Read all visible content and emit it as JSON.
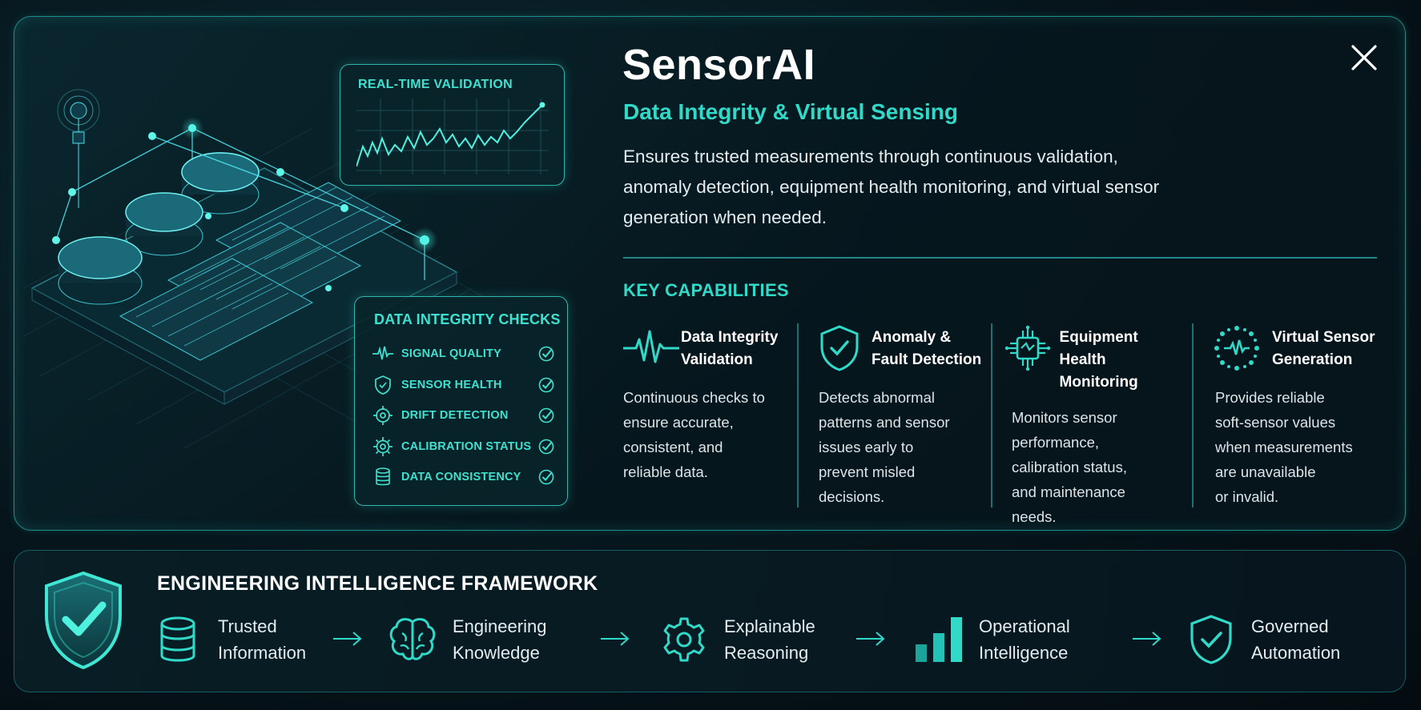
{
  "header": {
    "title": "SensorAI",
    "subtitle": "Data Integrity & Virtual Sensing",
    "description": "Ensures trusted measurements through continuous validation, anomaly detection, equipment health monitoring, and virtual sensor generation when needed."
  },
  "realtime_panel": {
    "title": "REAL-TIME VALIDATION"
  },
  "integrity_panel": {
    "title": "DATA INTEGRITY CHECKS",
    "items": [
      {
        "label": "SIGNAL QUALITY",
        "icon": "pulse-icon"
      },
      {
        "label": "SENSOR HEALTH",
        "icon": "shield-icon"
      },
      {
        "label": "DRIFT DETECTION",
        "icon": "target-icon"
      },
      {
        "label": "CALIBRATION STATUS",
        "icon": "gear-icon"
      },
      {
        "label": "DATA CONSISTENCY",
        "icon": "database-icon"
      }
    ]
  },
  "capabilities": {
    "title": "KEY CAPABILITIES",
    "items": [
      {
        "name_1": "Data Integrity",
        "name_2": "Validation",
        "desc": [
          "Continuous checks to",
          "ensure accurate,",
          "consistent, and",
          "reliable data."
        ]
      },
      {
        "name_1": "Anomaly &",
        "name_2": "Fault Detection",
        "desc": [
          "Detects abnormal",
          "patterns and sensor",
          "issues early to",
          "prevent misled",
          "decisions."
        ]
      },
      {
        "name_1": "Equipment",
        "name_2": "Health Monitoring",
        "desc": [
          "Monitors sensor",
          "performance,",
          "calibration status,",
          "and maintenance",
          "needs."
        ]
      },
      {
        "name_1": "Virtual Sensor",
        "name_2": "Generation",
        "desc": [
          "Provides reliable",
          "soft-sensor values",
          "when measurements",
          "are unavailable",
          "or invalid."
        ]
      }
    ]
  },
  "framework": {
    "title": "ENGINEERING INTELLIGENCE FRAMEWORK",
    "steps": [
      {
        "l1": "Trusted",
        "l2": "Information",
        "icon": "database-icon"
      },
      {
        "l1": "Engineering",
        "l2": "Knowledge",
        "icon": "brain-icon"
      },
      {
        "l1": "Explainable",
        "l2": "Reasoning",
        "icon": "gear-icon"
      },
      {
        "l1": "Operational",
        "l2": "Intelligence",
        "icon": "bar-chart-icon"
      },
      {
        "l1": "Governed",
        "l2": "Automation",
        "icon": "shield-check-icon"
      }
    ]
  },
  "colors": {
    "accent": "#30d9c8",
    "border": "#1f8f8c"
  }
}
